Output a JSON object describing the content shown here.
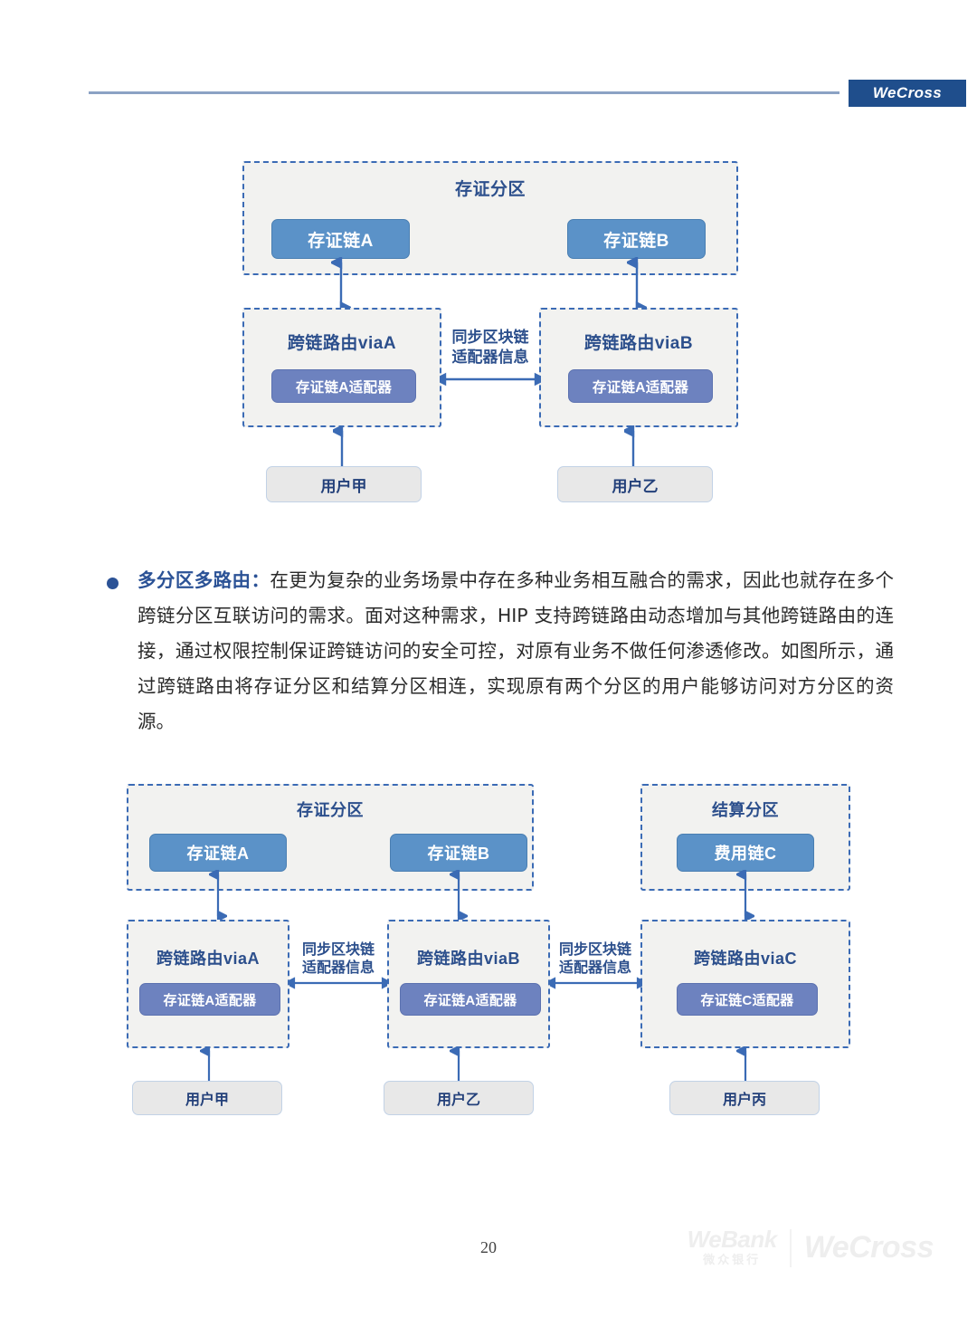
{
  "header": {
    "brand": "WeCross"
  },
  "diagram1": {
    "zones": [
      {
        "title": "存证分区"
      }
    ],
    "chains": [
      {
        "label": "存证链A"
      },
      {
        "label": "存证链B"
      }
    ],
    "routers": [
      {
        "title": "跨链路由viaA",
        "adapter": "存证链A适配器"
      },
      {
        "title": "跨链路由viaB",
        "adapter": "存证链A适配器"
      }
    ],
    "sync_label_line1": "同步区块链",
    "sync_label_line2": "适配器信息",
    "users": [
      {
        "label": "用户甲"
      },
      {
        "label": "用户乙"
      }
    ]
  },
  "paragraph": {
    "lead": "多分区多路由：",
    "text": "在更为复杂的业务场景中存在多种业务相互融合的需求，因此也就存在多个跨链分区互联访问的需求。面对这种需求，HIP 支持跨链路由动态增加与其他跨链路由的连接，通过权限控制保证跨链访问的安全可控，对原有业务不做任何渗透修改。如图所示，通过跨链路由将存证分区和结算分区相连，实现原有两个分区的用户能够访问对方分区的资源。"
  },
  "diagram2": {
    "zones": [
      {
        "title": "存证分区"
      },
      {
        "title": "结算分区"
      }
    ],
    "chains": [
      {
        "label": "存证链A"
      },
      {
        "label": "存证链B"
      },
      {
        "label": "费用链C"
      }
    ],
    "routers": [
      {
        "title": "跨链路由viaA",
        "adapter": "存证链A适配器"
      },
      {
        "title": "跨链路由viaB",
        "adapter": "存证链A适配器"
      },
      {
        "title": "跨链路由viaC",
        "adapter": "存证链C适配器"
      }
    ],
    "sync_labels": [
      {
        "line1": "同步区块链",
        "line2": "适配器信息"
      },
      {
        "line1": "同步区块链",
        "line2": "适配器信息"
      }
    ],
    "users": [
      {
        "label": "用户甲"
      },
      {
        "label": "用户乙"
      },
      {
        "label": "用户丙"
      }
    ]
  },
  "footer": {
    "page_number": "20",
    "watermark_webank_en": "WeBank",
    "watermark_webank_cn": "微众银行",
    "watermark_wecross": "WeCross"
  },
  "colors": {
    "zone_border": "#3b6bb5",
    "zone_fill": "#f2f2f0",
    "chain_fill": "#5b92c8",
    "adapter_fill": "#6d82bf",
    "user_fill": "#e8e8e8",
    "accent_text": "#2c4f8c",
    "brand_badge": "#1f4e8c"
  }
}
